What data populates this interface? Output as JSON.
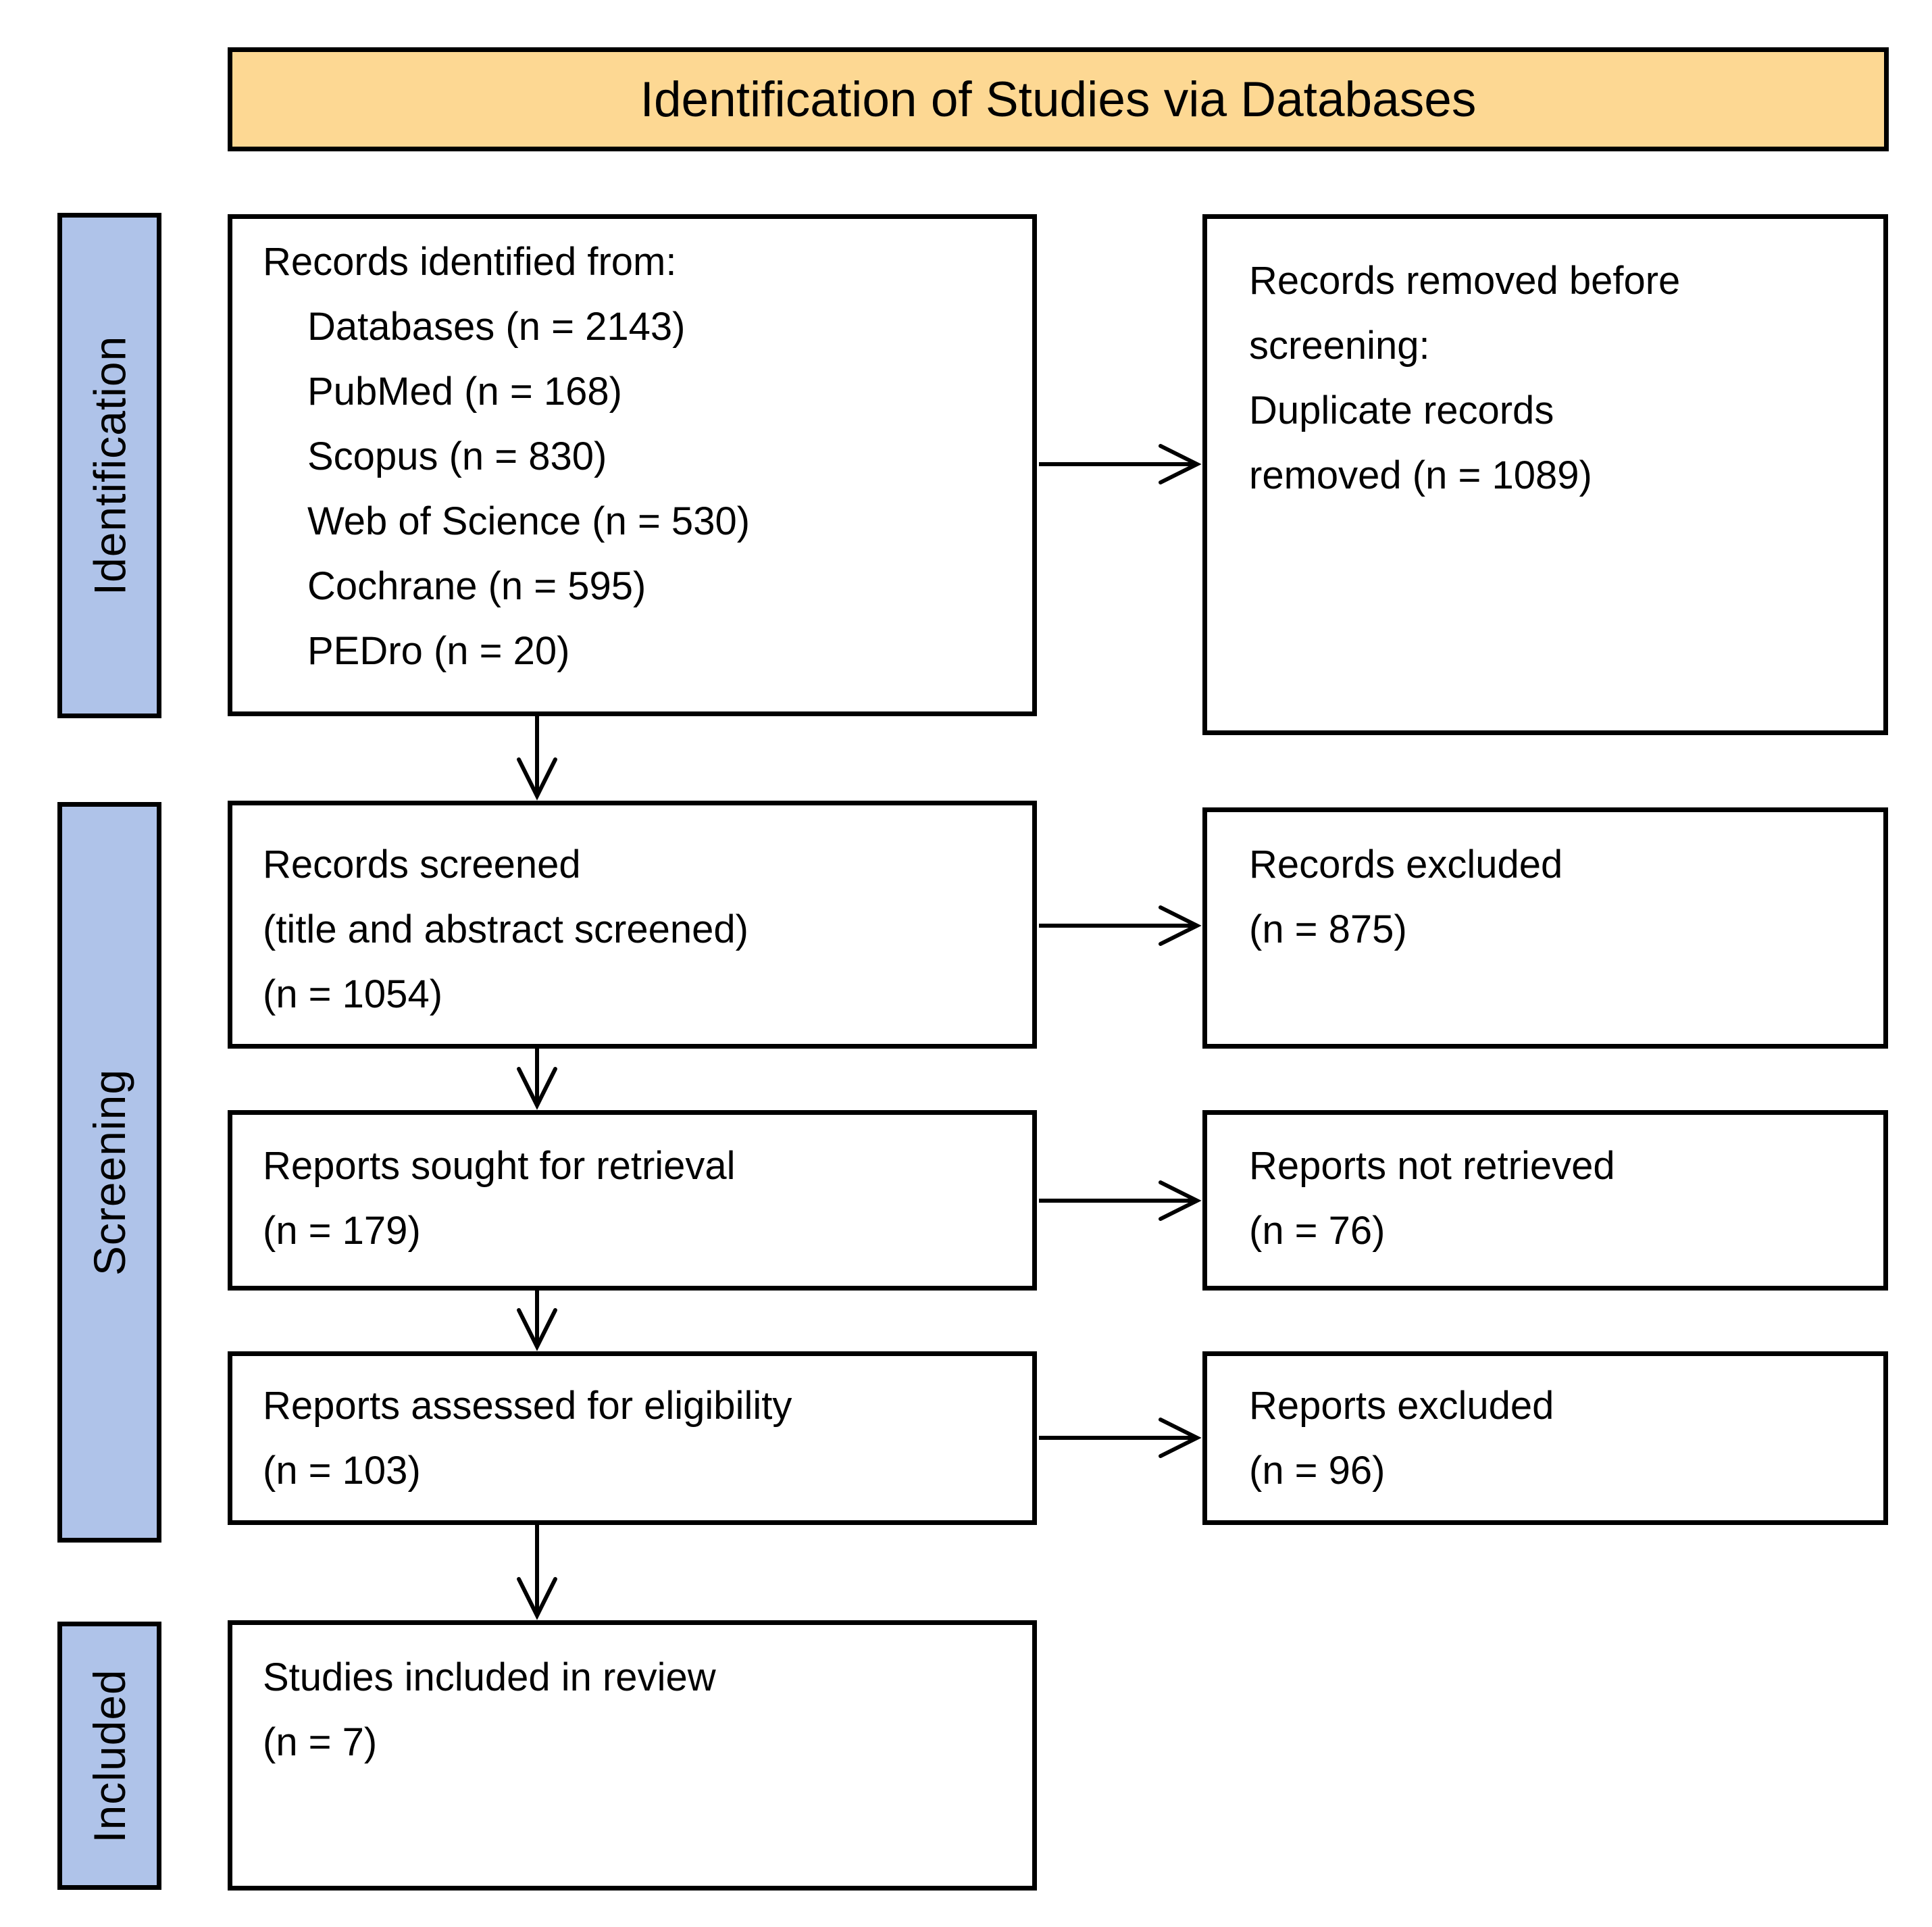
{
  "banner": {
    "title": "Identification of Studies via Databases"
  },
  "sidebar": {
    "stages": [
      {
        "label": "Identification"
      },
      {
        "label": "Screening"
      },
      {
        "label": "Included"
      }
    ]
  },
  "boxes": {
    "records_identified": {
      "lines": [
        "Records identified from:",
        "Databases (n = 2143)",
        "PubMed (n = 168)",
        "Scopus (n = 830)",
        "Web of Science (n = 530)",
        "Cochrane (n = 595)",
        "PEDro (n = 20)"
      ]
    },
    "records_removed": {
      "lines": [
        "Records removed before",
        "screening:",
        "Duplicate records",
        "removed (n = 1089)"
      ]
    },
    "records_screened": {
      "lines": [
        "Records screened",
        "(title and abstract screened)",
        "(n = 1054)"
      ]
    },
    "records_excluded": {
      "lines": [
        "Records excluded",
        "(n = 875)"
      ]
    },
    "reports_sought": {
      "lines": [
        "Reports sought for retrieval",
        "(n = 179)"
      ]
    },
    "reports_not_retrieved": {
      "lines": [
        "Reports not retrieved",
        "(n = 76)"
      ]
    },
    "reports_assessed": {
      "lines": [
        "Reports assessed for eligibility",
        "(n = 103)"
      ]
    },
    "reports_excluded": {
      "lines": [
        "Reports excluded",
        "(n = 96)"
      ]
    },
    "studies_included": {
      "lines": [
        "Studies included in review",
        "(n = 7)"
      ]
    }
  },
  "counts": {
    "databases_total": 2143,
    "pubmed": 168,
    "scopus": 830,
    "web_of_science": 530,
    "cochrane": 595,
    "pedro": 20,
    "duplicates_removed": 1089,
    "records_screened": 1054,
    "records_excluded": 875,
    "reports_sought": 179,
    "reports_not_retrieved": 76,
    "reports_assessed": 103,
    "reports_excluded": 96,
    "studies_included": 7
  },
  "colors": {
    "banner_bg": "#FDD893",
    "stage_bg": "#AFC3E9",
    "box_bg": "#FFFFFF",
    "border": "#000000",
    "text": "#000000"
  }
}
